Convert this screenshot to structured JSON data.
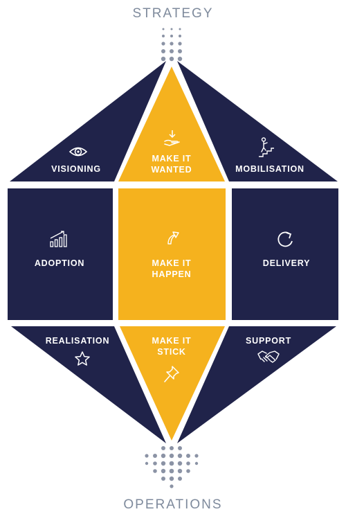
{
  "diagram": {
    "top_label": "STRATEGY",
    "bottom_label": "OPERATIONS",
    "colors": {
      "navy": "#20234a",
      "gold": "#f5b21e",
      "label_gray": "#7e8a9c",
      "dot_gray": "#8b93a5"
    },
    "sections": {
      "visioning": {
        "label": "VISIONING",
        "icon": "eye-icon"
      },
      "make_it_wanted": {
        "line1": "MAKE IT",
        "line2": "WANTED",
        "icon": "hand-arrow-icon"
      },
      "mobilisation": {
        "label": "MOBILISATION",
        "icon": "stairs-climber-icon"
      },
      "adoption": {
        "label": "ADOPTION",
        "icon": "growth-chart-icon"
      },
      "make_it_happen": {
        "line1": "MAKE IT",
        "line2": "HAPPEN",
        "icon": "arrow-up-icon"
      },
      "delivery": {
        "label": "DELIVERY",
        "icon": "refresh-icon"
      },
      "realisation": {
        "label": "REALISATION",
        "icon": "star-icon"
      },
      "make_it_stick": {
        "line1": "MAKE IT",
        "line2": "STICK",
        "icon": "pushpin-icon"
      },
      "support": {
        "label": "SUPPORT",
        "icon": "handshake-icon"
      }
    }
  }
}
